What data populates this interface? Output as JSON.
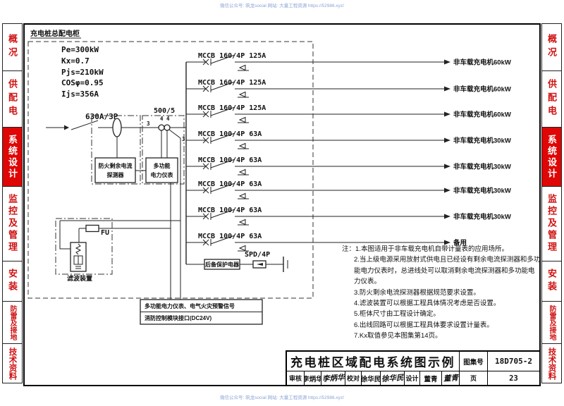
{
  "watermark": {
    "text": "微信公众号: 筑龙social    网站: 大量工程资源 https://52986.xyz/"
  },
  "sidebar": {
    "tabs": [
      "概况",
      "供配电",
      "系统设计",
      "监控及管理",
      "安装",
      "防雷及接地",
      "技术资料"
    ],
    "active": "系统设计"
  },
  "diagram": {
    "cabinet_label": "充电桩总配电柜",
    "params": {
      "p1": "Pe=300kW",
      "p2": "Kx=0.7",
      "p3": "Pjs=210kW",
      "p4": "COSφ=0.95",
      "p5": "Ijs=356A"
    },
    "incoming_breaker": "630A/3P",
    "ct_ratio": "500/5",
    "ct_mark_left": "3",
    "ct_mark_top": "4 4",
    "ct_mark_right": "3",
    "residual_detector_line1": "防火剩余电流",
    "residual_detector_line2": "探测器",
    "meter_line1": "多功能",
    "meter_line2": "电力仪表",
    "fuse_label": "FU",
    "filter_label": "滤波装置",
    "interface_line1": "多功能电力仪表、电气火灾预警信号",
    "interface_line2": "消防控制模块接口(DC24V)",
    "backup_protector": "后备保护电器",
    "spd_label": "SPD/4P"
  },
  "feeders": [
    {
      "breaker": "MCCB 160/4P 125A",
      "load": "非车载充电机60kW"
    },
    {
      "breaker": "MCCB 160/4P 125A",
      "load": "非车载充电机60kW"
    },
    {
      "breaker": "MCCB 160/4P 125A",
      "load": "非车载充电机60kW"
    },
    {
      "breaker": "MCCB 100/4P 63A",
      "load": "非车载充电机30kW"
    },
    {
      "breaker": "MCCB 100/4P 63A",
      "load": "非车载充电机30kW"
    },
    {
      "breaker": "MCCB 100/4P 63A",
      "load": "非车载充电机30kW"
    },
    {
      "breaker": "MCCB 100/4P 63A",
      "load": "非车载充电机30kW"
    },
    {
      "breaker": "MCCB 100/4P 63A",
      "load": "备用"
    }
  ],
  "notes": {
    "prefix": "注：",
    "lines": [
      "1.本图适用于非车载充电机自带计量表的应用场所。",
      "2.当上级电源采用放射式供电且已经设有剩余电流探测器和多功",
      "能电力仪表时，总进线处可以取消剩余电流探测器和多功能电",
      "力仪表。",
      "3.防火剩余电流探测器根据规范要求设置。",
      "4.滤波装置可以根据工程具体情况考虑是否设置。",
      "5.柜体尺寸由工程设计确定。",
      "6.出线回路可以根据工程具体要求设置计量表。",
      "7.Kx取值参见本图集第14页。"
    ]
  },
  "titleblock": {
    "title": "充电桩区域配电系统图示例",
    "atlas_label": "图集号",
    "atlas_no": "18D705-2",
    "review_label": "审核",
    "review_name": "李炳华",
    "review_sig": "李炳华",
    "proof_label": "校对",
    "proof_name": "徐华民",
    "proof_sig": "徐华民",
    "design_label": "设计",
    "design_name": "董青",
    "design_sig": "董青",
    "page_label": "页",
    "page_no": "23"
  }
}
